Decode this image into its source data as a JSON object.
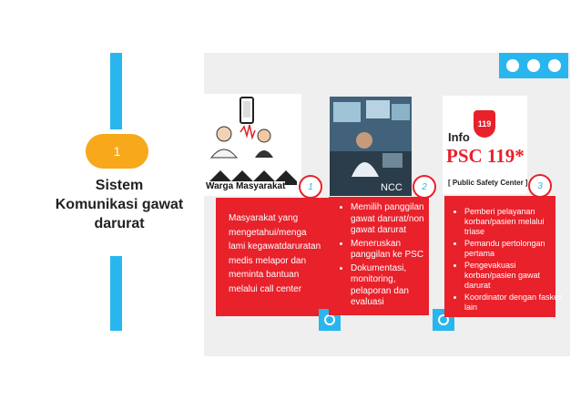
{
  "section": {
    "number": "1",
    "title": "Sistem Komunikasi gawat darurat"
  },
  "cards": [
    {
      "number": "1",
      "image_label": "Warga Masyarakat",
      "text": "Masyarakat yang mengetahui/menga lami kegawatdaruratan medis melapor dan meminta bantuan melalui call center"
    },
    {
      "number": "2",
      "image_label": "NCC",
      "bullets": [
        "Memilih panggilan gawat darurat/non gawat darurat",
        "Meneruskan panggilan ke PSC",
        "Dokumentasi, monitoring, pelaporan dan evaluasi"
      ]
    },
    {
      "number": "3",
      "logo_info": "Info",
      "logo_119": "119",
      "logo_psc": "PSC 119*",
      "logo_sub": "[ Public Safety Center ]",
      "bullets": [
        "Pemberi pelayanan korban/pasien melalui triase",
        "Pemandu pertolongan pertama",
        "Pengevakuasi korban/pasien gawat darurat",
        "Koordinator dengan faskes lain"
      ]
    }
  ],
  "colors": {
    "accent_blue": "#29b6ef",
    "accent_red": "#e8212b",
    "accent_orange": "#f7a81b"
  }
}
